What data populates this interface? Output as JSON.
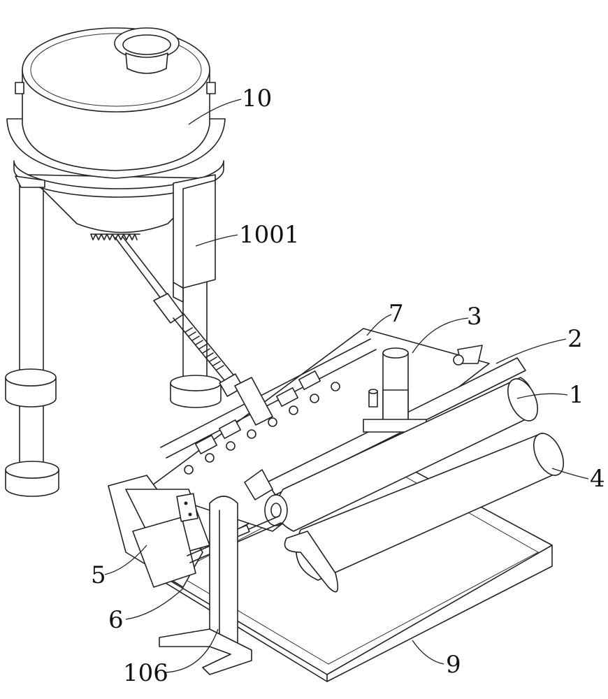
{
  "labels": [
    {
      "id": "10",
      "text": "10"
    },
    {
      "id": "1001",
      "text": "1001"
    },
    {
      "id": "7",
      "text": "7"
    },
    {
      "id": "3",
      "text": "3"
    },
    {
      "id": "2",
      "text": "2"
    },
    {
      "id": "1",
      "text": "1"
    },
    {
      "id": "4",
      "text": "4"
    },
    {
      "id": "5",
      "text": "5"
    },
    {
      "id": "6",
      "text": "6"
    },
    {
      "id": "106",
      "text": "106"
    },
    {
      "id": "9",
      "text": "9"
    }
  ]
}
